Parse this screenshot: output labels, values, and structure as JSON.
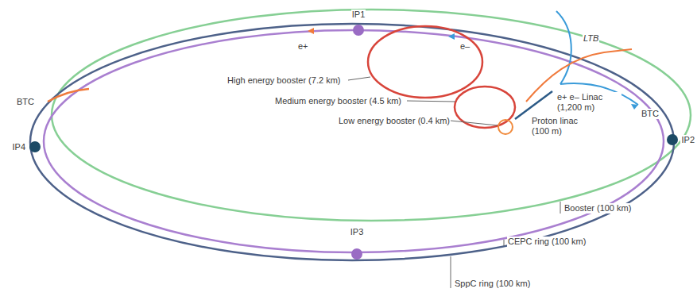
{
  "diagram": {
    "nodes": [
      {
        "text": [
          "IP1"
        ]
      },
      {
        "text": [
          "IP4"
        ]
      },
      {
        "text": [
          "IP2"
        ]
      },
      {
        "text": [
          "IP3"
        ]
      }
    ],
    "labels": [
      "e+",
      "e–",
      "High energy booster (7.2 km)",
      "Medium energy booster (4.5 km)",
      "Low energy booster (0.4 km)",
      "LTB",
      "e+ e– Linac (1,200 m)",
      "Proton linac (100 m)",
      "BTC",
      "BTC",
      "Booster (100 km)",
      "CEPC ring (100 km)",
      "SppC ring (100 km)"
    ]
  }
}
